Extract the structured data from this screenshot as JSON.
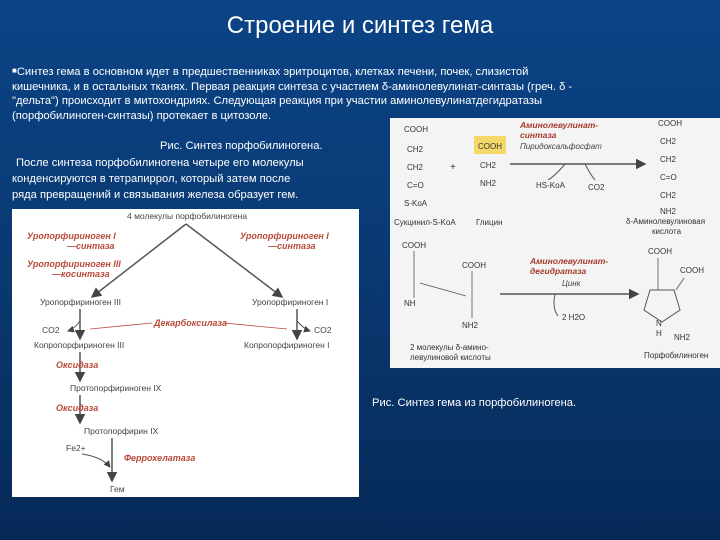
{
  "slide": {
    "title": "Строение и синтез гема",
    "bullet_char": "■",
    "para1_line1": "Синтез гема в основном идет в предшественниках эритроцитов, клетках печени, почек, слизистой",
    "para1_line2": "кишечника, и в остальных тканях. Первая реакция синтеза с участием δ-аминолевулинат-синтазы (греч. δ -",
    "para1_line3": "\"дельта\") происходит в митохондриях. Следующая реакция при участии аминолевулинатдегидратазы",
    "para1_line4": "(порфобилиноген-синтазы) протекает в цитозоле.",
    "caption1": "Рис. Синтез порфобилиногена.",
    "para2_line1": "После синтеза порфобилиногена четыре его молекулы",
    "para2_line2": "конденсируются в тетрапиррол, который затем после",
    "para2_line3": "ряда превращений и связывания железа образует гем.",
    "caption2": "Рис. Синтез гема из порфобилиногена."
  },
  "figure_heme": {
    "top_label": "4 молекулы порфобилиногена",
    "enz_uro1_l1": "Уропорфириноген I",
    "enz_uro1_l2": "—синтаза",
    "enz_uro1b_l1": "Уропорфириноген I",
    "enz_uro1b_l2": "—синтаза",
    "enz_uro3_l1": "Уропорфириноген III",
    "enz_uro3_l2": "—косинтаза",
    "uro3": "Уропорфириноген III",
    "uro1": "Уропорфириноген I",
    "co2_left": "CO2",
    "decarbox": "Декарбоксилаза",
    "co2_right": "CO2",
    "copro3": "Копропорфириноген III",
    "copro1": "Копропорфириноген I",
    "oxidase1": "Оксидаза",
    "proto_gen": "Протопорфириноген IX",
    "oxidase2": "Оксидаза",
    "proto": "Протопорфирин IX",
    "fe": "Fe2+",
    "ferro": "Феррохелатаза",
    "heme": "Гем"
  },
  "figure_pbg": {
    "cooh1": "COOH",
    "ch2_1": "CH2",
    "ch2_2": "CH2",
    "c_o_1": "C=O",
    "skoa": "S-KoA",
    "plus": "+",
    "cooh_gly": "COOH",
    "ch2_gly": "CH2",
    "nh2_gly": "NH2",
    "enz1_l1": "Аминолевулинат-",
    "enz1_l2": "синтаза",
    "cofactor": "Пиридоксальфосфат",
    "hskoa": "HS-KoA",
    "co2": "CO2",
    "cooh_ala": "COOH",
    "ch2_a1": "CH2",
    "ch2_a2": "CH2",
    "c_o_a": "C=O",
    "ch2_a3": "CH2",
    "nh2_a": "NH2",
    "succ_label": "Сукцинил-S-KoA",
    "gly_label": "Глицин",
    "ala_label_l1": "δ-Аминолевулиновая",
    "ala_label_l2": "кислота",
    "enz2_l1": "Аминолевулинат-",
    "enz2_l2": "дегидратаза",
    "zinc": "Цинк",
    "water": "2 H2O",
    "two_mol_l1": "2 молекулы δ-амино-",
    "two_mol_l2": "левулиновой кислоты",
    "pbg_label": "Порфобилиноген",
    "cooh_l": "COOH",
    "cooh_r": "COOH",
    "nh": "NH",
    "nh2_b": "NH2",
    "cooh_p1": "COOH",
    "cooh_p2": "COOH",
    "nh_p": "N",
    "h_p": "H",
    "nh2_p": "NH2"
  }
}
